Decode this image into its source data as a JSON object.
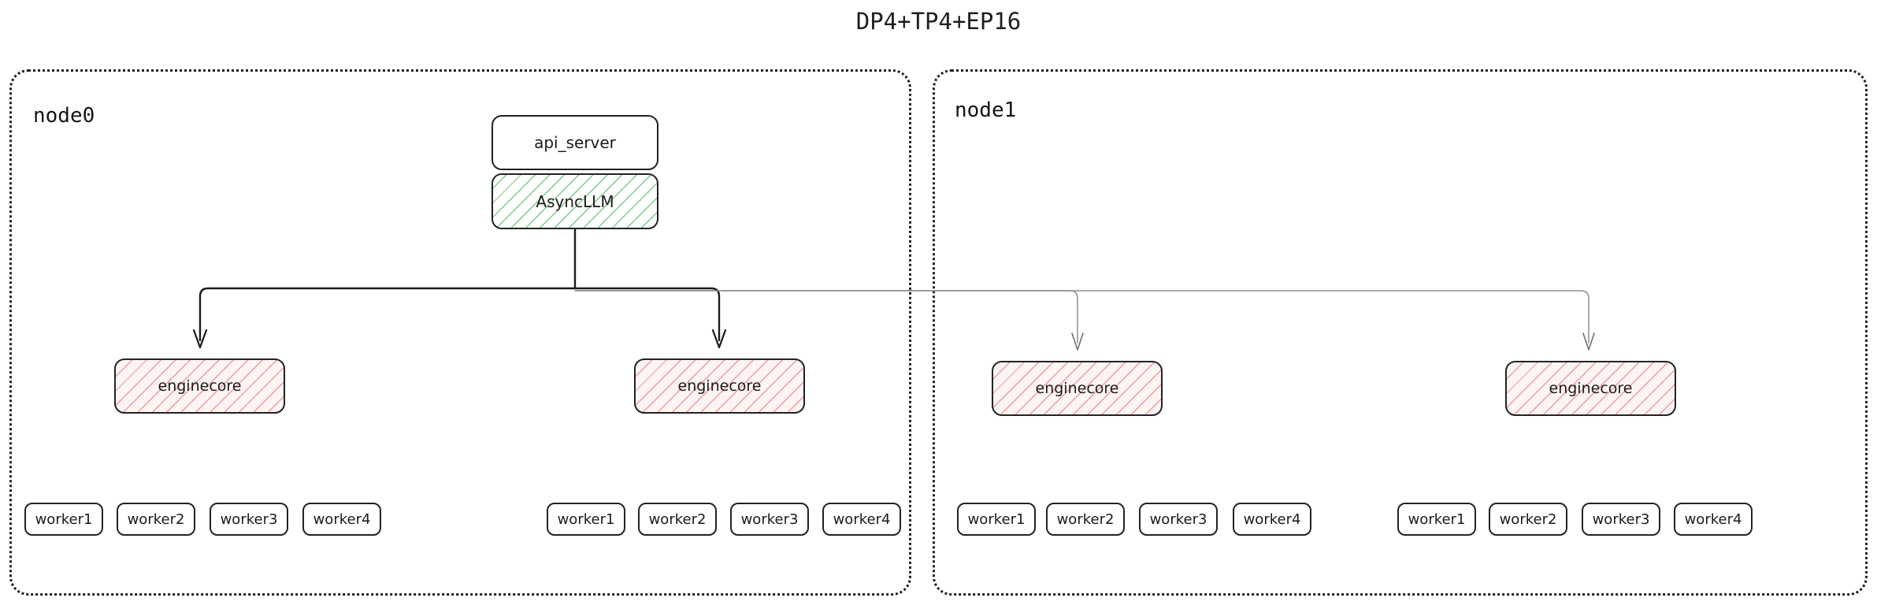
{
  "title": "DP4+TP4+EP16",
  "colors": {
    "node_border": "#212121",
    "box_border": "#232323",
    "text": "#1b1b1b",
    "asyncllm_hatch": "#7ac784",
    "enginecore_hatch": "#e98484",
    "edge_dark": "#1a1a1a",
    "edge_light": "#8e8e8e",
    "background": "#ffffff"
  },
  "nodes": [
    {
      "id": "node0",
      "label": "node0",
      "top_boxes": [
        {
          "id": "api_server",
          "label": "api_server",
          "style": "plain"
        },
        {
          "id": "asyncllm",
          "label": "AsyncLLM",
          "style": "green-hatch"
        }
      ],
      "enginecores": [
        {
          "id": "node0-enginecore-0",
          "label": "enginecore",
          "workers": [
            "worker1",
            "worker2",
            "worker3",
            "worker4"
          ]
        },
        {
          "id": "node0-enginecore-1",
          "label": "enginecore",
          "workers": [
            "worker1",
            "worker2",
            "worker3",
            "worker4"
          ]
        }
      ]
    },
    {
      "id": "node1",
      "label": "node1",
      "top_boxes": [],
      "enginecores": [
        {
          "id": "node1-enginecore-0",
          "label": "enginecore",
          "workers": [
            "worker1",
            "worker2",
            "worker3",
            "worker4"
          ]
        },
        {
          "id": "node1-enginecore-1",
          "label": "enginecore",
          "workers": [
            "worker1",
            "worker2",
            "worker3",
            "worker4"
          ]
        }
      ]
    }
  ],
  "edges": [
    {
      "from": "asyncllm",
      "to": "node0-enginecore-0",
      "weight": "dark"
    },
    {
      "from": "asyncllm",
      "to": "node0-enginecore-1",
      "weight": "dark"
    },
    {
      "from": "asyncllm",
      "to": "node1-enginecore-0",
      "weight": "light"
    },
    {
      "from": "asyncllm",
      "to": "node1-enginecore-1",
      "weight": "light"
    }
  ]
}
